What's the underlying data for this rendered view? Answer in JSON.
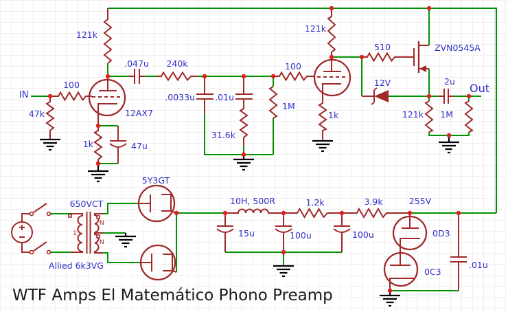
{
  "title": "WTF Amps El Matemático Phono Preamp",
  "colors": {
    "wire": "#009300",
    "component": "#A02828",
    "junction": "#E02020",
    "label": "#2E2EC8",
    "title": "#1A1A1A",
    "ground": "#000000"
  },
  "schematic": {
    "input_label": "IN",
    "output_label": "Out",
    "stage1": {
      "plate_r": "121k",
      "grid_r": "100",
      "input_r": "47k",
      "tube": "12AX7",
      "cathode_r": "1k",
      "cathode_c": "47u"
    },
    "riaa": {
      "coupling_c": ".047u",
      "series_r": "240k",
      "shunt_c1": ".0033u",
      "shunt_c2": ".01u",
      "shunt_r": "31.6k",
      "grid_leak": "1M",
      "grid_r": "100"
    },
    "stage2": {
      "plate_r": "121k",
      "cathode_r": "1k"
    },
    "output_stage": {
      "gate_r": "510",
      "mosfet": "ZVN0545A",
      "zener": "12V",
      "output_c": "2u",
      "source_r": "121k",
      "load_r": "1M"
    },
    "psu": {
      "secondary_v": "650VCT",
      "transformer": "Allied 6k3VG",
      "primary_label": "1",
      "secondary_label": "N",
      "rectifier": "5Y3GT",
      "choke": "10H, 500R",
      "filter_c1": "15u",
      "filter_r1": "1.2k",
      "filter_c2": "100u",
      "filter_r2": "3.9k",
      "filter_c3": "100u",
      "b_plus": "255V",
      "regulator1": "0D3",
      "regulator2": "0C3",
      "bypass_c": ".01u"
    }
  }
}
